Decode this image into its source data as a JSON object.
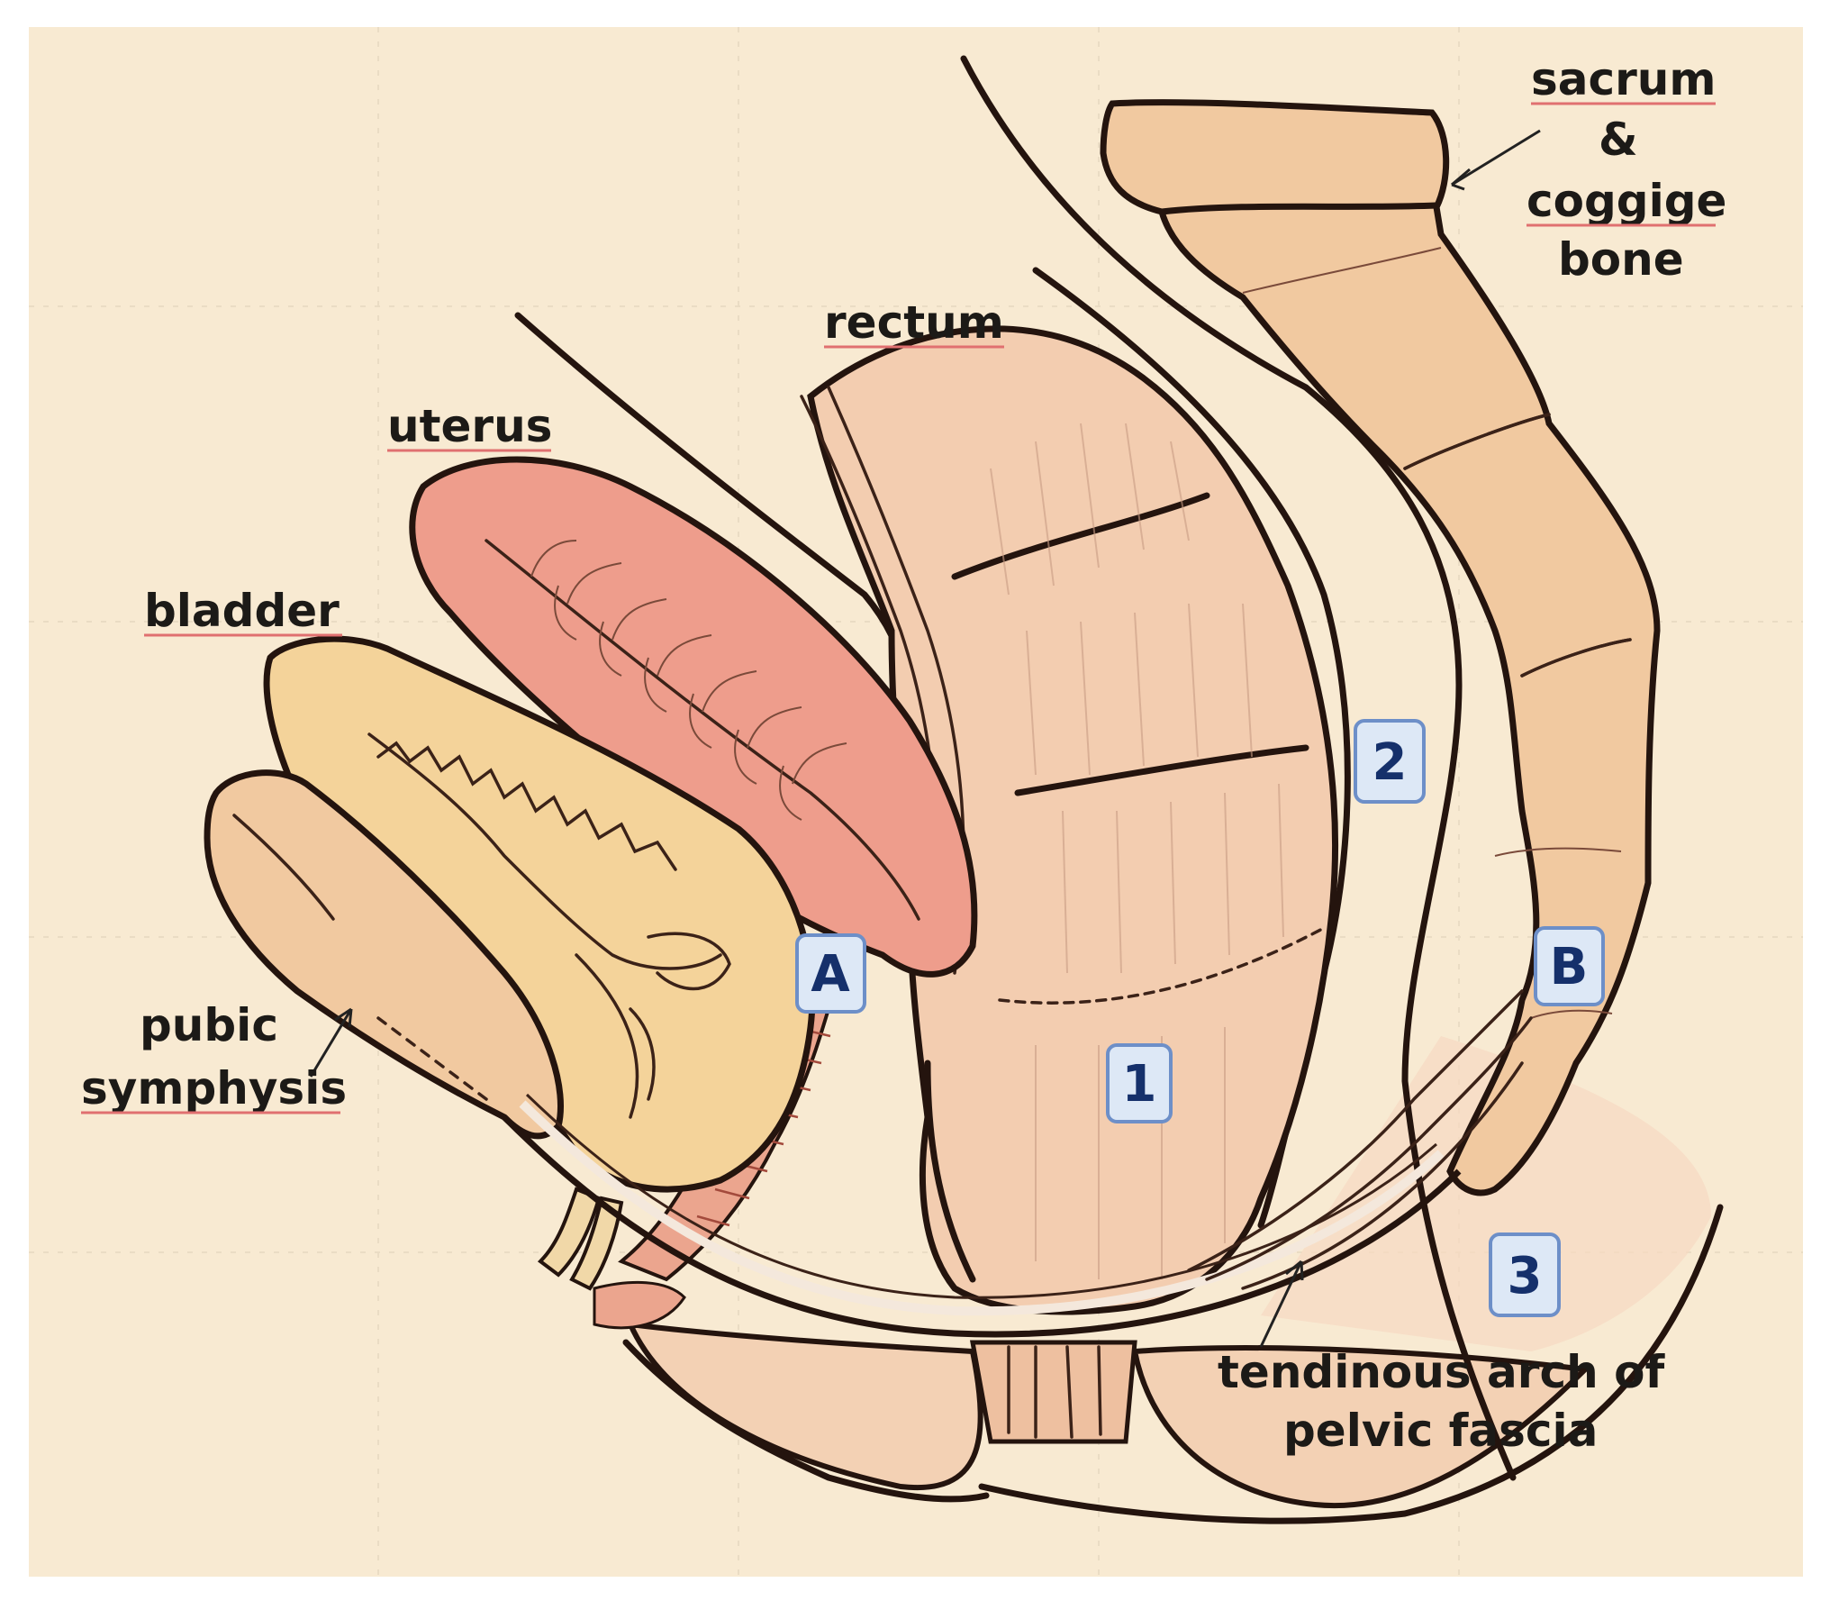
{
  "labels": {
    "sacrum_line1": "sacrum",
    "sacrum_line2": "&",
    "sacrum_line3": "coggige",
    "sacrum_line4": "bone",
    "rectum": "rectum",
    "uterus": "uterus",
    "bladder": "bladder",
    "pubic_line1": "pubic",
    "pubic_line2": "symphysis",
    "arch_line1": "tendinous arch of",
    "arch_line2": "pelvic fascia"
  },
  "markers": {
    "one": "1",
    "two": "2",
    "three": "3",
    "a": "A",
    "b": "B"
  },
  "colors": {
    "background": "#f8ead2",
    "bone": "#f1c9a0",
    "uterus": "#ee9d8c",
    "bladder": "#f4d39a",
    "rectum": "#f3cdb0",
    "outline": "#24140e",
    "marker_fill": "#dde8f6",
    "marker_text": "#15306b"
  }
}
